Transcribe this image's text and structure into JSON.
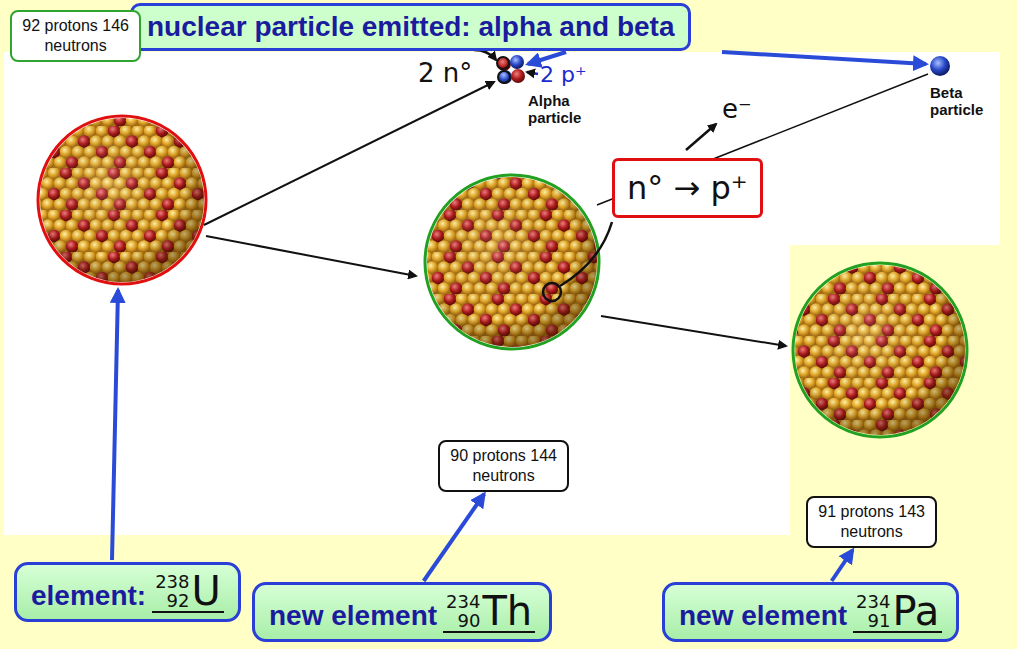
{
  "diagram": {
    "title": "nuclear particle emitted: alpha and beta",
    "nodes": [
      {
        "text": [
          "92 protons 146 neutrons"
        ]
      },
      {
        "text": [
          "n° → p⁺"
        ]
      },
      {
        "text": [
          "90 protons 144 neutrons"
        ]
      },
      {
        "text": [
          "91 protons 143 neutrons"
        ]
      },
      {
        "text": [
          "element:",
          "238",
          "92",
          "U"
        ]
      },
      {
        "text": [
          "new element",
          "234",
          "90",
          "Th"
        ]
      },
      {
        "text": [
          "new element",
          "234",
          "91",
          "Pa"
        ]
      }
    ],
    "edges": [
      {
        "from": 5,
        "to": 2,
        "arrow": "to"
      },
      {
        "from": 6,
        "to": 3,
        "arrow": "to"
      }
    ],
    "labels": [
      "2 n°",
      "2 p⁺",
      "Alpha particle",
      "Beta particle",
      "e⁻"
    ]
  }
}
